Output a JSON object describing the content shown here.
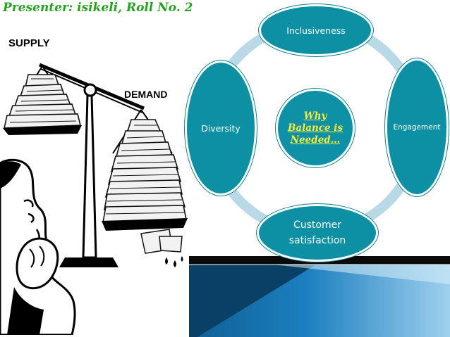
{
  "header": {
    "presenter": "Presenter: isikeli, Roll No. 2"
  },
  "cartoon": {
    "supply_label": "SUPPLY",
    "demand_label": "DEMAND"
  },
  "diagram": {
    "center": "Why Balance is Needed…",
    "nodes": {
      "top": "Inclusiveness",
      "right": "Engagement",
      "bottom": "Customer satisfaction",
      "left": "Diversity"
    }
  },
  "colors": {
    "node_fill": "#0d8fa4",
    "ring": "#b9d9e6",
    "center_text": "#f4ea3a",
    "presenter": "#24a31e",
    "banner_dark": "#0a0a0a",
    "banner_blue": "#1c7fc0"
  }
}
